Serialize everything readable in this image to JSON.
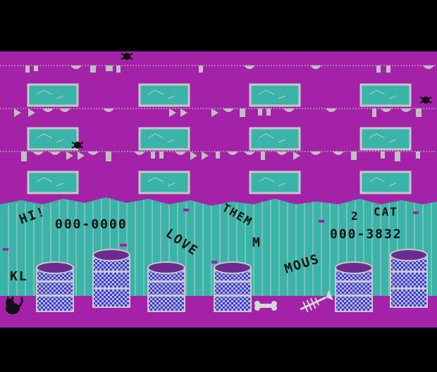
{
  "colors": {
    "background": "#000000",
    "wall": "#a322a8",
    "window": "#3ab3a9",
    "window_frame": "#c8c8c8",
    "fence": "#3ab3a9",
    "fence_line": "#c8c8c8",
    "graffiti": "#111111",
    "can": "#3a3ad0",
    "ground": "#a322a8"
  },
  "graffiti": {
    "hi": "HI!",
    "phone_left": "000-0000",
    "love": "LOVE",
    "them": "THEM",
    "m": "M",
    "mous": "MOUS",
    "two": "2",
    "cat": "CAT",
    "phone_right": "000-3832",
    "kl": "KL"
  },
  "sprites": {
    "player": "black-cat-icon",
    "enemy": "spider-icon",
    "items": [
      "bone-icon",
      "fish-skeleton-icon",
      "trash-can-icon"
    ]
  }
}
